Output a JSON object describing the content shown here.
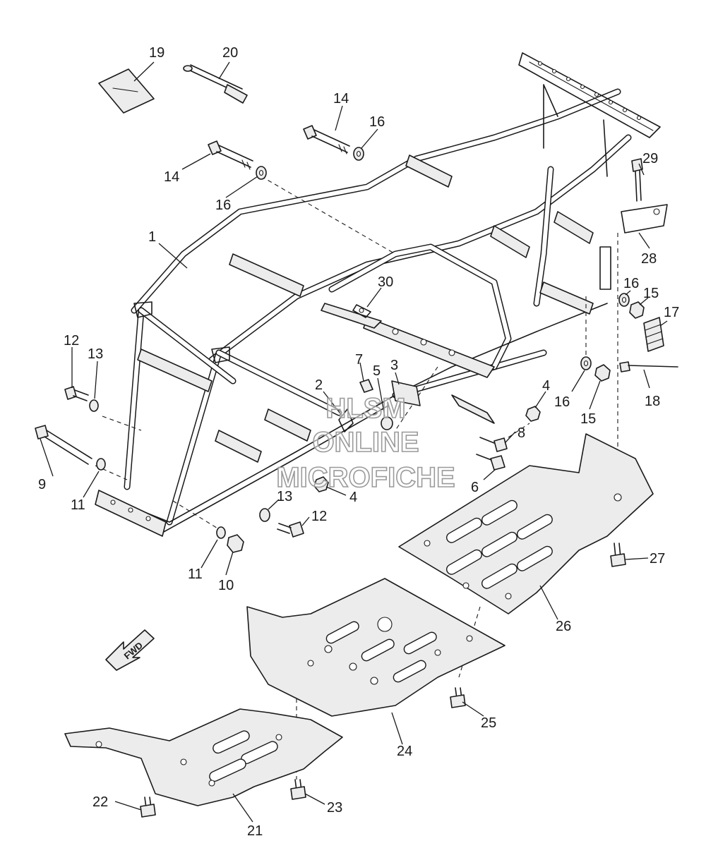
{
  "watermark": {
    "line1": "HLSM",
    "line2": "ONLINE",
    "line3": "MICROFICHE"
  },
  "direction_badge": "FWD",
  "callouts": [
    {
      "id": "c1",
      "label": "1"
    },
    {
      "id": "c2",
      "label": "2"
    },
    {
      "id": "c3",
      "label": "3"
    },
    {
      "id": "c4a",
      "label": "4"
    },
    {
      "id": "c4b",
      "label": "4"
    },
    {
      "id": "c5",
      "label": "5"
    },
    {
      "id": "c6",
      "label": "6"
    },
    {
      "id": "c7",
      "label": "7"
    },
    {
      "id": "c8",
      "label": "8"
    },
    {
      "id": "c9",
      "label": "9"
    },
    {
      "id": "c10",
      "label": "10"
    },
    {
      "id": "c11a",
      "label": "11"
    },
    {
      "id": "c11b",
      "label": "11"
    },
    {
      "id": "c12a",
      "label": "12"
    },
    {
      "id": "c12b",
      "label": "12"
    },
    {
      "id": "c13a",
      "label": "13"
    },
    {
      "id": "c13b",
      "label": "13"
    },
    {
      "id": "c14a",
      "label": "14"
    },
    {
      "id": "c14b",
      "label": "14"
    },
    {
      "id": "c15a",
      "label": "15"
    },
    {
      "id": "c15b",
      "label": "15"
    },
    {
      "id": "c16a",
      "label": "16"
    },
    {
      "id": "c16b",
      "label": "16"
    },
    {
      "id": "c16c",
      "label": "16"
    },
    {
      "id": "c16d",
      "label": "16"
    },
    {
      "id": "c17",
      "label": "17"
    },
    {
      "id": "c18",
      "label": "18"
    },
    {
      "id": "c19",
      "label": "19"
    },
    {
      "id": "c20",
      "label": "20"
    },
    {
      "id": "c21",
      "label": "21"
    },
    {
      "id": "c22",
      "label": "22"
    },
    {
      "id": "c23",
      "label": "23"
    },
    {
      "id": "c24",
      "label": "24"
    },
    {
      "id": "c25",
      "label": "25"
    },
    {
      "id": "c26",
      "label": "26"
    },
    {
      "id": "c27",
      "label": "27"
    },
    {
      "id": "c28",
      "label": "28"
    },
    {
      "id": "c29",
      "label": "29"
    },
    {
      "id": "c30",
      "label": "30"
    }
  ]
}
